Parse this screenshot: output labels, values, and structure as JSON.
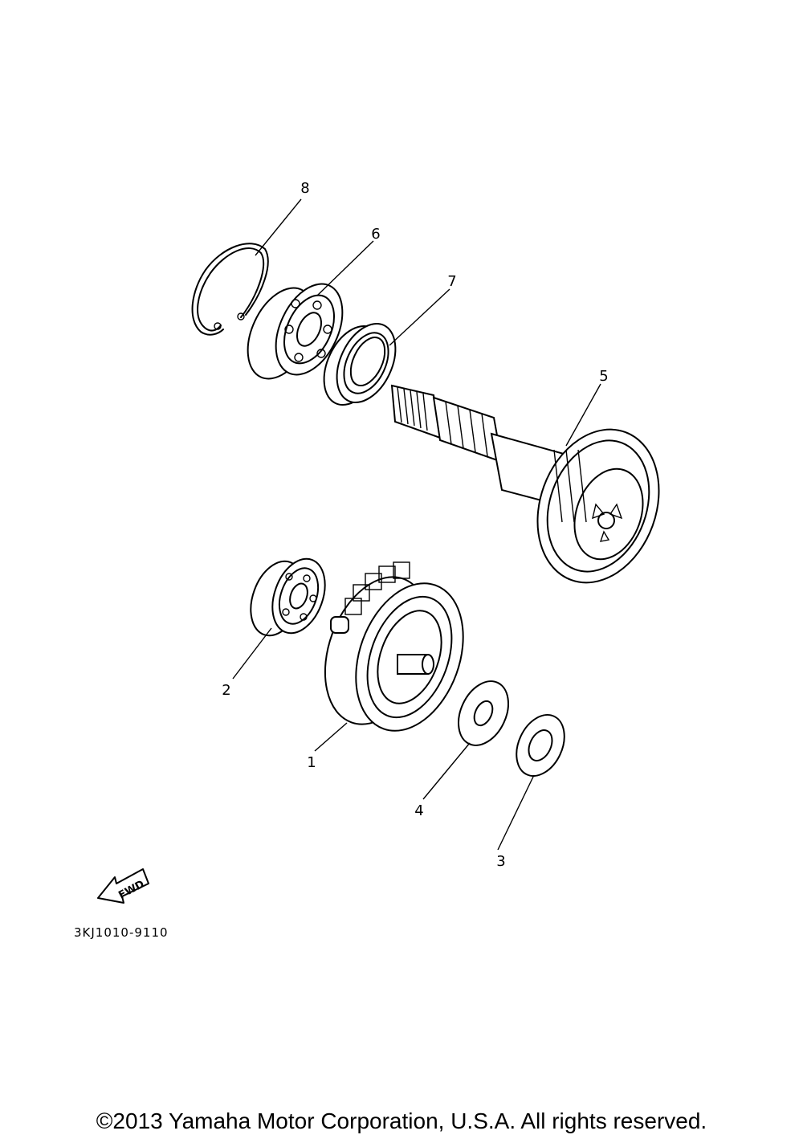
{
  "callouts": [
    {
      "id": "8",
      "part": "circlip"
    },
    {
      "id": "6",
      "part": "bearing"
    },
    {
      "id": "7",
      "part": "oil-seal"
    },
    {
      "id": "5",
      "part": "shaft-with-gear"
    },
    {
      "id": "2",
      "part": "bearing"
    },
    {
      "id": "1",
      "part": "gear"
    },
    {
      "id": "4",
      "part": "washer"
    },
    {
      "id": "3",
      "part": "washer"
    }
  ],
  "fwd_label": "FWD",
  "diagram_code": "3KJ1010-9110",
  "copyright": "©2013 Yamaha Motor Corporation, U.S.A. All rights reserved."
}
